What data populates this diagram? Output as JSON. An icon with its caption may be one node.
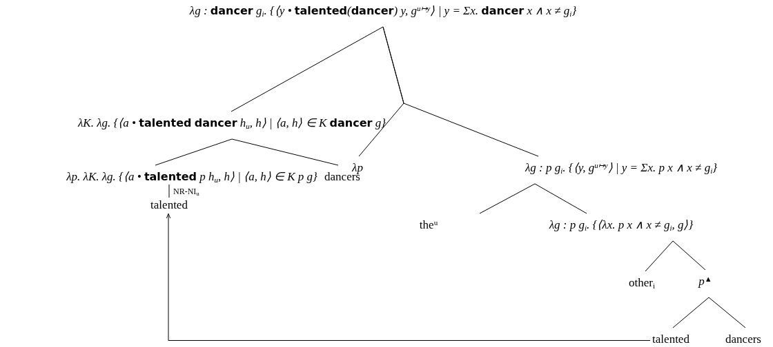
{
  "diagram": {
    "nodes": [
      {
        "text": [
          "λg : **dancer** g$_{i}$. {⟨y • **talented**(**dancer**) y, g$^{u↦y}$⟩ | y = Σx. **dancer** x ∧ x ≠ g$_{i}$}"
        ]
      },
      {
        "text": [
          "λK. λg. {⟨a • **talented** **dancer** h$_{u}$, h⟩ | ⟨a, h⟩ ∈ K **dancer** g}"
        ]
      },
      {
        "text": [
          "λp. λK. λg. {⟨a • **talented** p h$_{u}$, h⟩ | ⟨a, h⟩ ∈ K p g}"
        ]
      },
      {
        "text": [
          "dancers"
        ]
      },
      {
        "text": [
          "talented"
        ]
      },
      {
        "text": [
          "λp"
        ]
      },
      {
        "text": [
          "λg : p g$_{i}$. {⟨y, g$^{u↦y}$⟩ | y = Σx. p x ∧ x ≠ g$_{i}$}"
        ]
      },
      {
        "text": [
          "the$^{u}$"
        ]
      },
      {
        "text": [
          "λg : p g$_{i}$. {⟨λx. p x ∧ x ≠ g$_{i}$, g⟩}"
        ]
      },
      {
        "text": [
          "other$_{i}$"
        ]
      },
      {
        "text": [
          "p$^{▲}$"
        ]
      },
      {
        "text": [
          "talented"
        ]
      },
      {
        "text": [
          "dancers"
        ]
      }
    ],
    "edges": [
      {
        "from": 0,
        "to": 1,
        "arrow": "none"
      },
      {
        "from": 0,
        "to": 5,
        "arrow": "none"
      },
      {
        "from": 0,
        "to": 6,
        "arrow": "none"
      },
      {
        "from": 1,
        "to": 2,
        "arrow": "none"
      },
      {
        "from": 1,
        "to": 3,
        "arrow": "none"
      },
      {
        "from": 2,
        "to": 4,
        "arrow": "none",
        "label": "NR-NI$_{u}$"
      },
      {
        "from": 6,
        "to": 7,
        "arrow": "none"
      },
      {
        "from": 6,
        "to": 8,
        "arrow": "none"
      },
      {
        "from": 8,
        "to": 9,
        "arrow": "none"
      },
      {
        "from": 8,
        "to": 10,
        "arrow": "none"
      },
      {
        "from": 10,
        "to": 11,
        "arrow": "none"
      },
      {
        "from": 10,
        "to": 12,
        "arrow": "none"
      },
      {
        "from": 11,
        "to": 4,
        "arrow": "to"
      }
    ]
  }
}
